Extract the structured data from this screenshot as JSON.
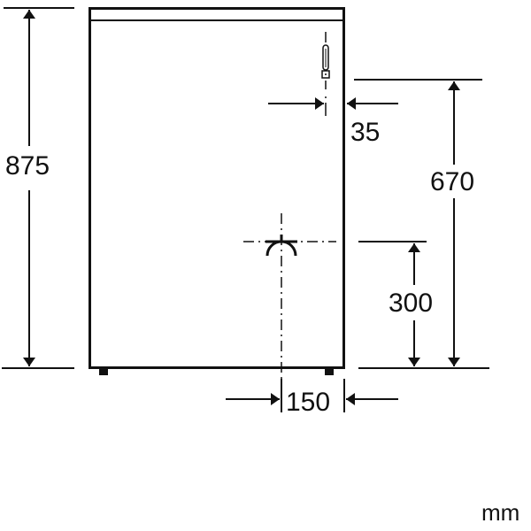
{
  "diagram": {
    "type": "appliance installation dimension drawing",
    "unit": "mm",
    "dimensions": {
      "height_total": "875",
      "water_inlet_height": "670",
      "inlet_offset_from_side": "35",
      "drain_height": "300",
      "drain_offset_from_side": "150"
    },
    "colors": {
      "line": "#111111",
      "background": "#ffffff"
    }
  }
}
